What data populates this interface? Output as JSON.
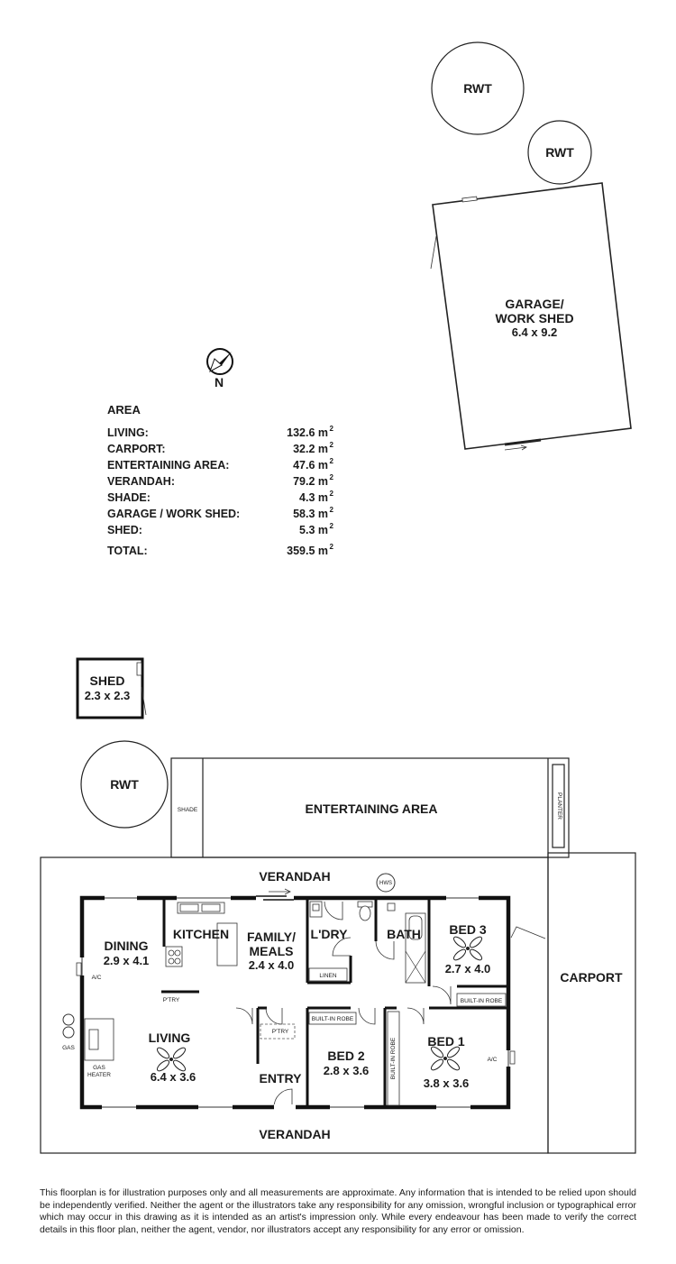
{
  "rooms": {
    "rwt_top_1": "RWT",
    "rwt_top_2": "RWT",
    "rwt_left": "RWT",
    "garage_name_1": "GARAGE/",
    "garage_name_2": "WORK SHED",
    "garage_dim": "6.4 x 9.2",
    "shed_name": "SHED",
    "shed_dim": "2.3 x 2.3",
    "shade": "SHADE",
    "entertaining": "ENTERTAINING AREA",
    "planter": "PLANTER",
    "verandah_top": "VERANDAH",
    "verandah_bottom": "VERANDAH",
    "carport": "CARPORT",
    "hws": "HWS",
    "dining_name": "DINING",
    "dining_dim": "2.9 x 4.1",
    "kitchen_name": "KITCHEN",
    "family_name_1": "FAMILY/",
    "family_name_2": "MEALS",
    "family_dim": "2.4 x 4.0",
    "laundry_name": "L'DRY",
    "linen": "LINEN",
    "bath_name": "BATH",
    "bed3_name": "BED 3",
    "bed3_dim": "2.7 x 4.0",
    "pantry_1": "P'TRY",
    "pantry_2": "P'TRY",
    "builtin_robe_bed2": "BUILT-IN ROBE",
    "builtin_robe_bed3": "BUILT-IN ROBE",
    "builtin_robe_bed1": "BUILT-IN ROBE",
    "living_name": "LIVING",
    "living_dim": "6.4 x 3.6",
    "entry_name": "ENTRY",
    "bed2_name": "BED 2",
    "bed2_dim": "2.8 x 3.6",
    "bed1_name": "BED 1",
    "bed1_dim": "3.8 x 3.6",
    "ac_left": "A/C",
    "ac_right": "A/C",
    "gas": "GAS",
    "gas_heater_1": "GAS",
    "gas_heater_2": "HEATER"
  },
  "compass": {
    "label": "N"
  },
  "area": {
    "title": "AREA",
    "unit_sup": "2",
    "rows": [
      {
        "label": "LIVING:",
        "value": "132.6 m"
      },
      {
        "label": "CARPORT:",
        "value": "32.2 m"
      },
      {
        "label": "ENTERTAINING AREA:",
        "value": "47.6 m"
      },
      {
        "label": "VERANDAH:",
        "value": "79.2 m"
      },
      {
        "label": "SHADE:",
        "value": "4.3 m"
      },
      {
        "label": "GARAGE / WORK SHED:",
        "value": "58.3 m"
      },
      {
        "label": "SHED:",
        "value": "5.3 m"
      }
    ],
    "total_label": "TOTAL:",
    "total_value": "359.5 m"
  },
  "disclaimer": "This floorplan is for illustration purposes only and all measurements are approximate. Any information that is intended to be relied upon should be independently verified. Neither the agent or the illustrators take any responsibility for any omission, wrongful inclusion or typographical error which may occur in this drawing as it is intended as an artist's impression only. While every endeavour has been made to verify the correct details in this floor plan, neither the agent, vendor, nor illustrators accept any responsibility for any error or omission."
}
